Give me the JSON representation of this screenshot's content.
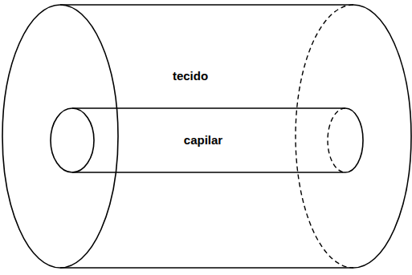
{
  "diagram": {
    "nodes": [
      {
        "text": [
          "tecido"
        ]
      },
      {
        "text": [
          "capilar"
        ],
        "in": 0
      }
    ]
  }
}
